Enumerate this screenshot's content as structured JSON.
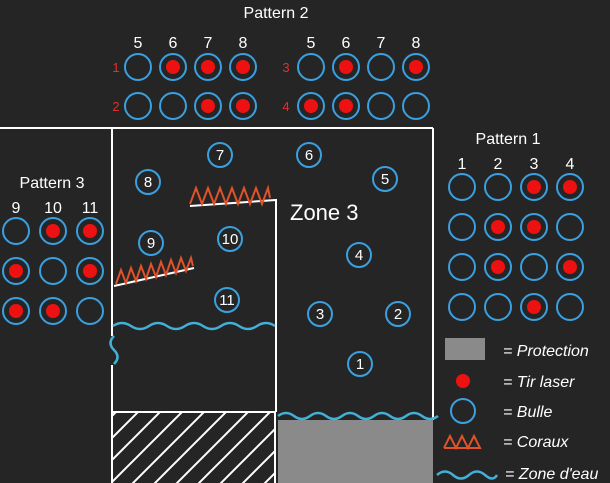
{
  "colors": {
    "background": "#252525",
    "bubble": "#3aa0e0",
    "laser": "#ee1111",
    "coral": "#e0522a",
    "water": "#43b0d8",
    "protection": "#8a8a8a",
    "row_label": "#e03030"
  },
  "pattern2": {
    "title": "Pattern 2",
    "groups": [
      {
        "cols": [
          "5",
          "6",
          "7",
          "8"
        ],
        "rows": [
          {
            "label": "1",
            "lasers": [
              false,
              true,
              true,
              true
            ]
          },
          {
            "label": "2",
            "lasers": [
              false,
              false,
              true,
              true
            ]
          }
        ]
      },
      {
        "cols": [
          "5",
          "6",
          "7",
          "8"
        ],
        "rows": [
          {
            "label": "3",
            "lasers": [
              false,
              true,
              false,
              true
            ]
          },
          {
            "label": "4",
            "lasers": [
              true,
              true,
              false,
              false
            ]
          }
        ]
      }
    ]
  },
  "pattern1": {
    "title": "Pattern 1",
    "cols": [
      "1",
      "2",
      "3",
      "4"
    ],
    "rows": [
      [
        false,
        false,
        true,
        true
      ],
      [
        false,
        true,
        true,
        false
      ],
      [
        false,
        true,
        false,
        true
      ],
      [
        false,
        false,
        true,
        false
      ]
    ]
  },
  "pattern3": {
    "title": "Pattern 3",
    "cols": [
      "9",
      "10",
      "11"
    ],
    "rows": [
      [
        false,
        true,
        true
      ],
      [
        true,
        false,
        true
      ],
      [
        true,
        true,
        false
      ]
    ]
  },
  "zone": {
    "title": "Zone 3",
    "bubbles": [
      "1",
      "2",
      "3",
      "4",
      "5",
      "6",
      "7",
      "8",
      "9",
      "10",
      "11"
    ]
  },
  "legend": [
    {
      "icon": "protection-swatch",
      "text": "= Protection"
    },
    {
      "icon": "laser-dot",
      "text": "= Tir laser"
    },
    {
      "icon": "bubble-circle",
      "text": "= Bulle"
    },
    {
      "icon": "coral-icon",
      "text": "= Coraux"
    },
    {
      "icon": "water-wave-icon",
      "text": "= Zone d'eau"
    }
  ]
}
